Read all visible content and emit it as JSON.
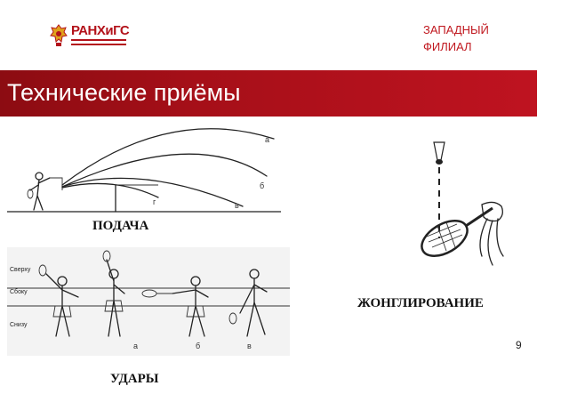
{
  "header": {
    "logo_text": "РАНХиГС",
    "branch_line1": "ЗАПАДНЫЙ",
    "branch_line2": "ФИЛИАЛ"
  },
  "title": "Технические приёмы",
  "figures": {
    "serve": {
      "caption": "ПОДАЧА",
      "trajectory_letters": [
        "а",
        "б",
        "в",
        "г"
      ]
    },
    "juggling": {
      "caption": "ЖОНГЛИРОВАНИЕ"
    },
    "strokes": {
      "caption": "УДАРЫ",
      "side_labels": [
        "Сверху",
        "Сбоку",
        "Снизу"
      ],
      "figure_letters": [
        "а",
        "б",
        "в"
      ]
    }
  },
  "page_number": "9",
  "colors": {
    "title_bar": "#a50f18",
    "branch_text": "#c0181f",
    "logo": "#b3121a"
  }
}
